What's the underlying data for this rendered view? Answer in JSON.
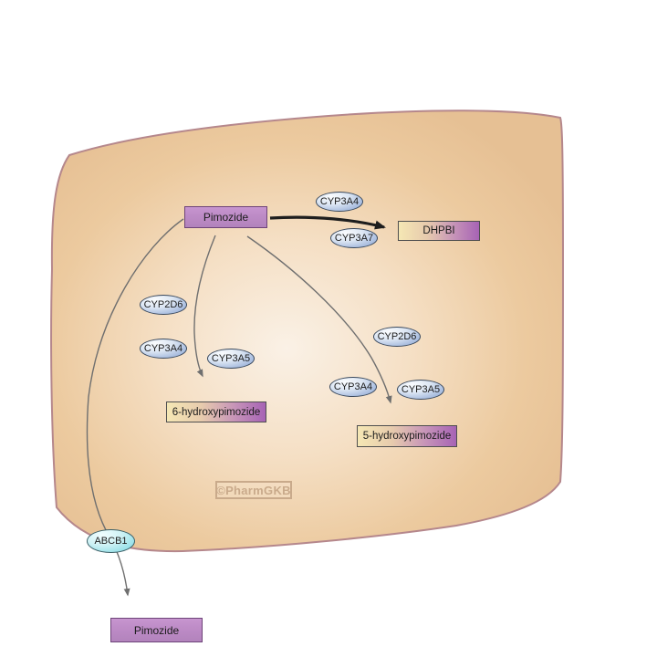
{
  "diagram": {
    "watermark": "©PharmGKB",
    "nodes": {
      "pimozideTop": "Pimozide",
      "dhpbi": "DHPBI",
      "hydroxy6": "6-hydroxypimozide",
      "hydroxy5": "5-hydroxypimozide",
      "pimozideBottom": "Pimozide"
    },
    "enzymes": {
      "cyp3a4Top": "CYP3A4",
      "cyp3a7": "CYP3A7",
      "cyp2d6Left": "CYP2D6",
      "cyp3a4Left": "CYP3A4",
      "cyp3a5Left": "CYP3A5",
      "cyp2d6Right": "CYP2D6",
      "cyp3a4Right": "CYP3A4",
      "cyp3a5Right": "CYP3A5"
    },
    "transporters": {
      "abcb1": "ABCB1"
    },
    "colors": {
      "cell_fill_center": "#faf1e6",
      "cell_fill_edge": "#e6c094",
      "membrane_stroke": "#b5878c",
      "drug_box_fill": "#bd8bc6",
      "drug_box_border": "#6e4479",
      "metabolite_gradient_start": "#f5e7b4",
      "metabolite_gradient_end": "#a763b5",
      "enzyme_fill": "#aec1e1",
      "enzyme_border": "#39485c",
      "transporter_fill": "#a2e4eb",
      "arrow_gray": "#6f6f6f",
      "arrow_black": "#1e1e1e",
      "watermark_color": "#c9aa8b"
    }
  }
}
